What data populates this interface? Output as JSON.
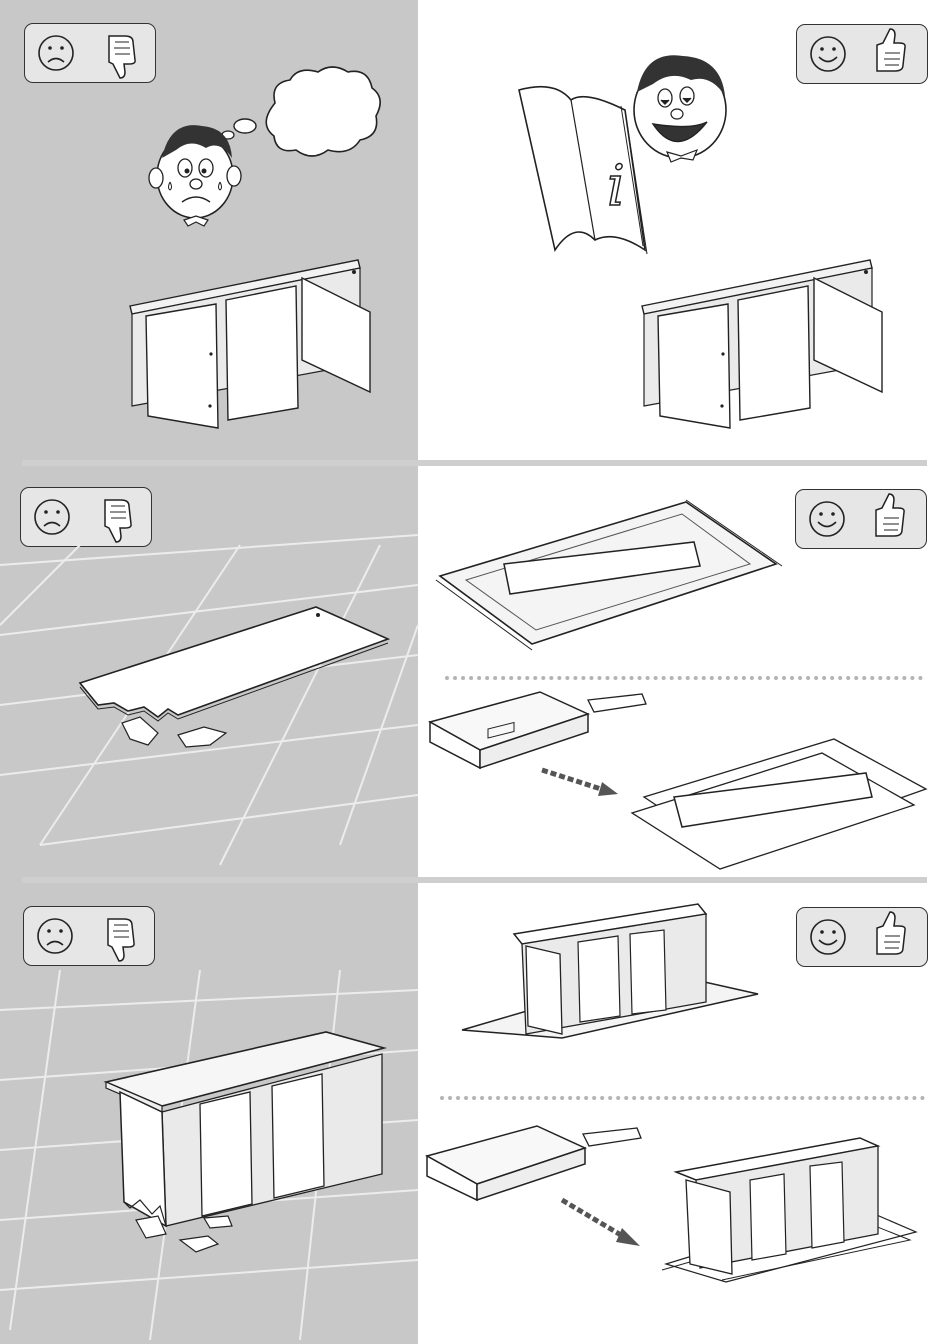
{
  "page": {
    "rows": [
      {
        "bad": {
          "face": "sad-face-icon",
          "hand": "thumbs-down-icon",
          "mood": "negative"
        },
        "good": {
          "face": "happy-face-icon",
          "hand": "thumbs-up-icon",
          "mood": "positive"
        }
      },
      {
        "bad": {
          "face": "sad-face-icon",
          "hand": "thumbs-down-icon",
          "mood": "negative"
        },
        "good": {
          "face": "happy-face-icon",
          "hand": "thumbs-up-icon",
          "mood": "positive"
        }
      },
      {
        "bad": {
          "face": "sad-face-icon",
          "hand": "thumbs-down-icon",
          "mood": "negative"
        },
        "good": {
          "face": "happy-face-icon",
          "hand": "thumbs-up-icon",
          "mood": "positive"
        }
      }
    ],
    "manual_symbol": "i",
    "colors": {
      "bad_background": "#c8c8c8",
      "good_background": "#ffffff",
      "badge_fill": "#e6e6e6",
      "line": "#222222"
    }
  }
}
